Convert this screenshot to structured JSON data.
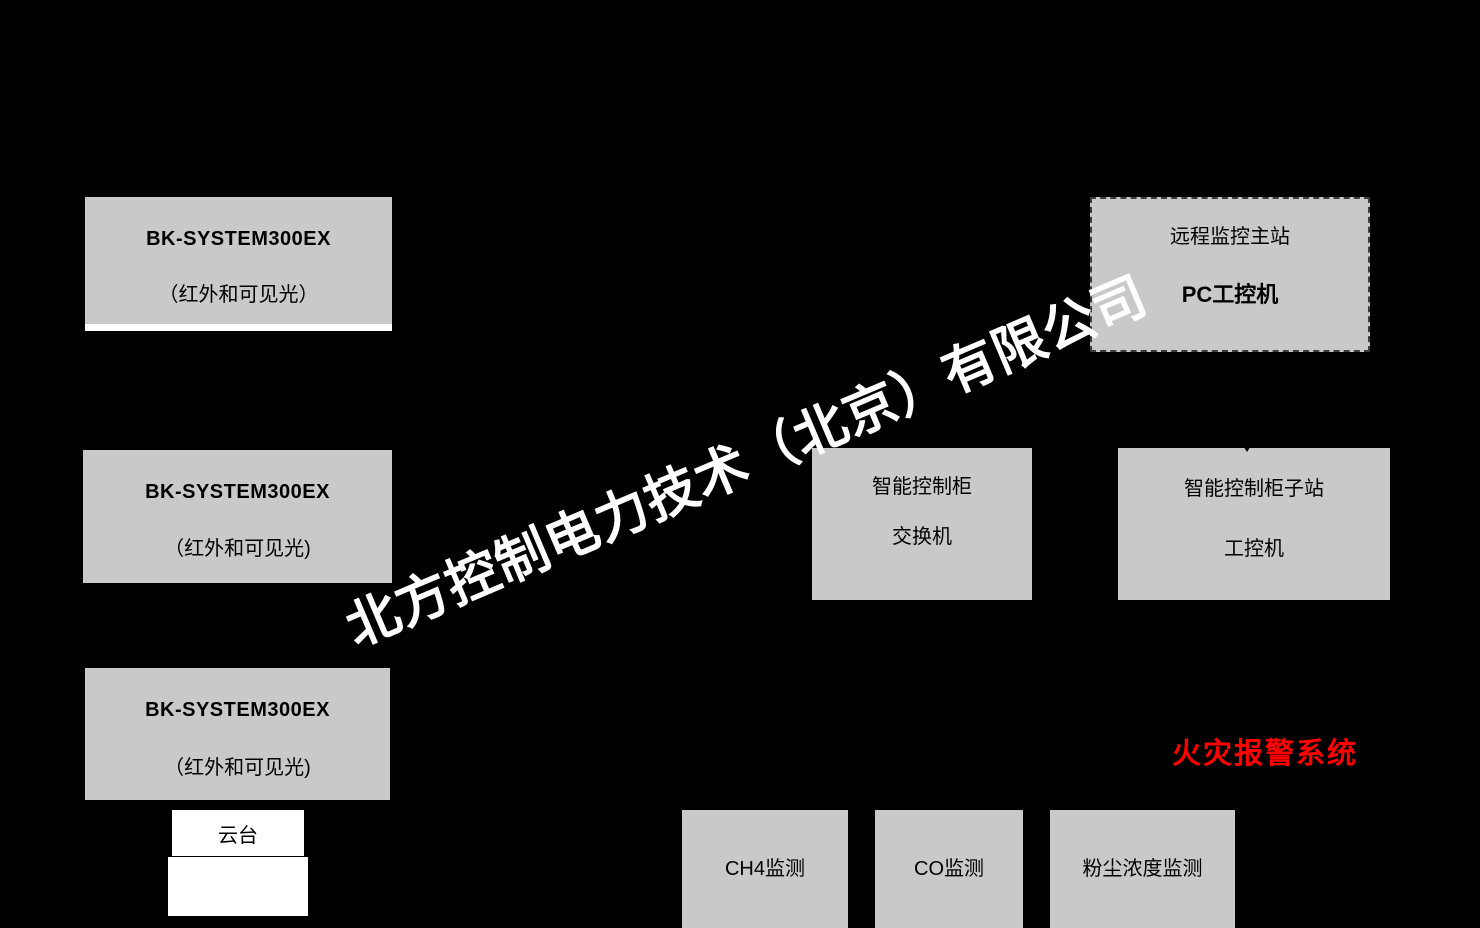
{
  "watermark": {
    "text": "北方控制电力技术（北京）有限公司"
  },
  "nodes": {
    "camera_top": {
      "line1": "BK-SYSTEM300EX",
      "line2": "（红外和可见光）"
    },
    "camera_middle": {
      "line1": "BK-SYSTEM300EX",
      "line2": "（红外和可见光)"
    },
    "camera_bottom": {
      "line1": "BK-SYSTEM300EX",
      "line2": "（红外和可见光)"
    },
    "remote_master_station": {
      "line1": "远程监控主站",
      "line2": "PC工控机"
    },
    "smart_control_cabinet": {
      "line1": "智能控制柜",
      "line2": "交换机"
    },
    "smart_control_substation": {
      "line1": "智能控制柜子站",
      "line2": "工控机"
    },
    "gimbal": {
      "label": "云台"
    },
    "ch4_monitor": {
      "label": "CH4监测"
    },
    "co_monitor": {
      "label": "CO监测"
    },
    "dust_monitor": {
      "label": "粉尘浓度监测"
    }
  },
  "annotations": {
    "fire_alarm_system": "火灾报警系统"
  },
  "colors": {
    "background": "#000000",
    "node_fill": "#c9c9c9",
    "node_text": "#000000",
    "alarm_text": "#ff0000",
    "watermark_text": "#ffffff",
    "white_fill": "#ffffff"
  }
}
